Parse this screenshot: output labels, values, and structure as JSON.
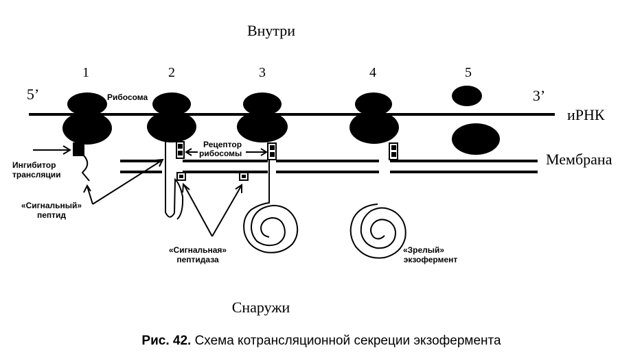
{
  "diagram": {
    "inside_label": "Внутри",
    "outside_label": "Снаружи",
    "stage_numbers": [
      "1",
      "2",
      "3",
      "4",
      "5"
    ],
    "five_prime": "5’",
    "three_prime": "3’",
    "mrna_label": "иРНК",
    "membrane_label": "Мембрана",
    "ribosome_label": "Рибосома",
    "inhibitor_label": [
      "Ингибитор",
      "трансляции"
    ],
    "receptor_label": [
      "Рецептор",
      "рибосомы"
    ],
    "signal_peptide_label": [
      "«Сигнальный»",
      "пептид"
    ],
    "signal_peptidase_label": [
      "«Сигнальная»",
      "пептидаза"
    ],
    "mature_exoenzyme_label": [
      "«Зрелый»",
      "экзофермент"
    ]
  },
  "caption": {
    "prefix": "Рис. 42.",
    "text": " Схема котрансляционной секреции экзофермента"
  }
}
